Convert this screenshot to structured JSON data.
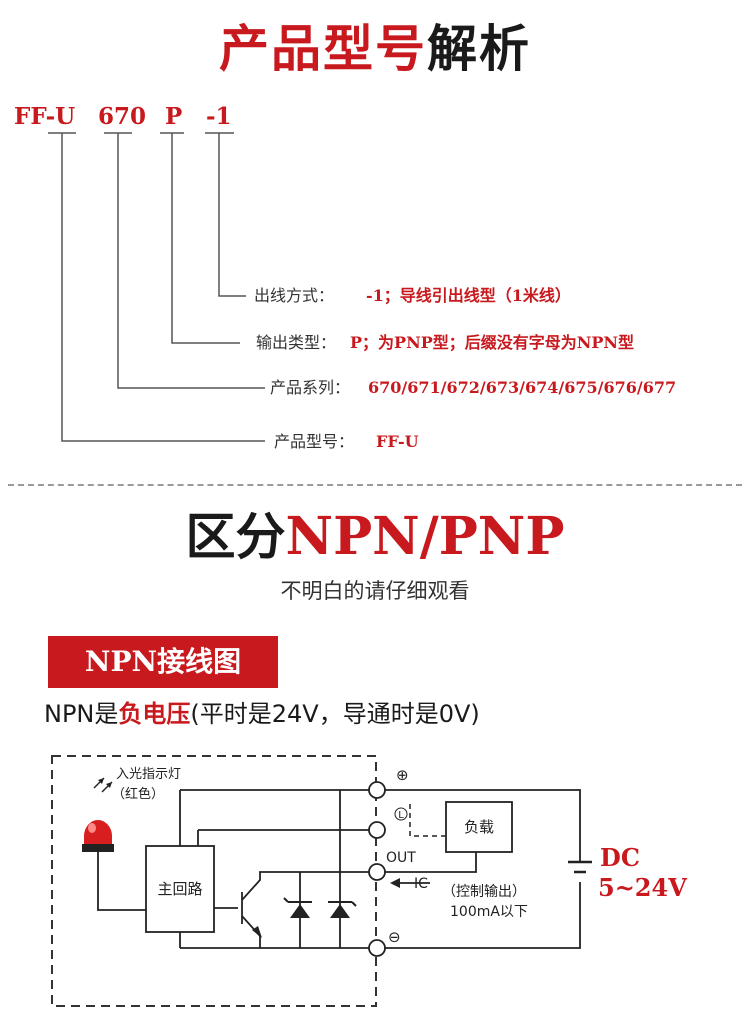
{
  "title1": {
    "part1": "产品型号",
    "part2": "解析"
  },
  "model_code": {
    "seg1": "FF-U",
    "seg2": "670",
    "seg3": "P",
    "seg4": "-1"
  },
  "explain": [
    {
      "label": "出线方式：",
      "value": "-1；导线引出线型（1米线）"
    },
    {
      "label": "输出类型：",
      "value": "P；为PNP型；后缀没有字母为NPN型"
    },
    {
      "label": "产品系列：",
      "value": "670/671/672/673/674/675/676/677"
    },
    {
      "label": "产品型号：",
      "value": "FF-U"
    }
  ],
  "title2": {
    "part1": "区分",
    "part2": "NPN/PNP"
  },
  "subtitle": "不明白的请仔细观看",
  "badge": "NPN接线图",
  "npn_desc": {
    "pre": "NPN是",
    "red": "负电压",
    "post": "(平时是24V，导通时是0V)"
  },
  "diagram": {
    "indicator_line1": "入光指示灯",
    "indicator_line2": "（红色）",
    "main_circuit": "主回路",
    "plus_symbol": "⊕",
    "l_symbol": "L",
    "minus_symbol": "⊖",
    "out_label": "OUT",
    "ic_label": "IC",
    "load_label": "负载",
    "control_line1": "（控制输出）",
    "control_line2": "100mA以下",
    "dc_line1": "DC",
    "dc_line2": "5~24V"
  },
  "colors": {
    "accent_red": "#c8191e",
    "text_dark": "#1a1a1a",
    "line": "#222222"
  }
}
